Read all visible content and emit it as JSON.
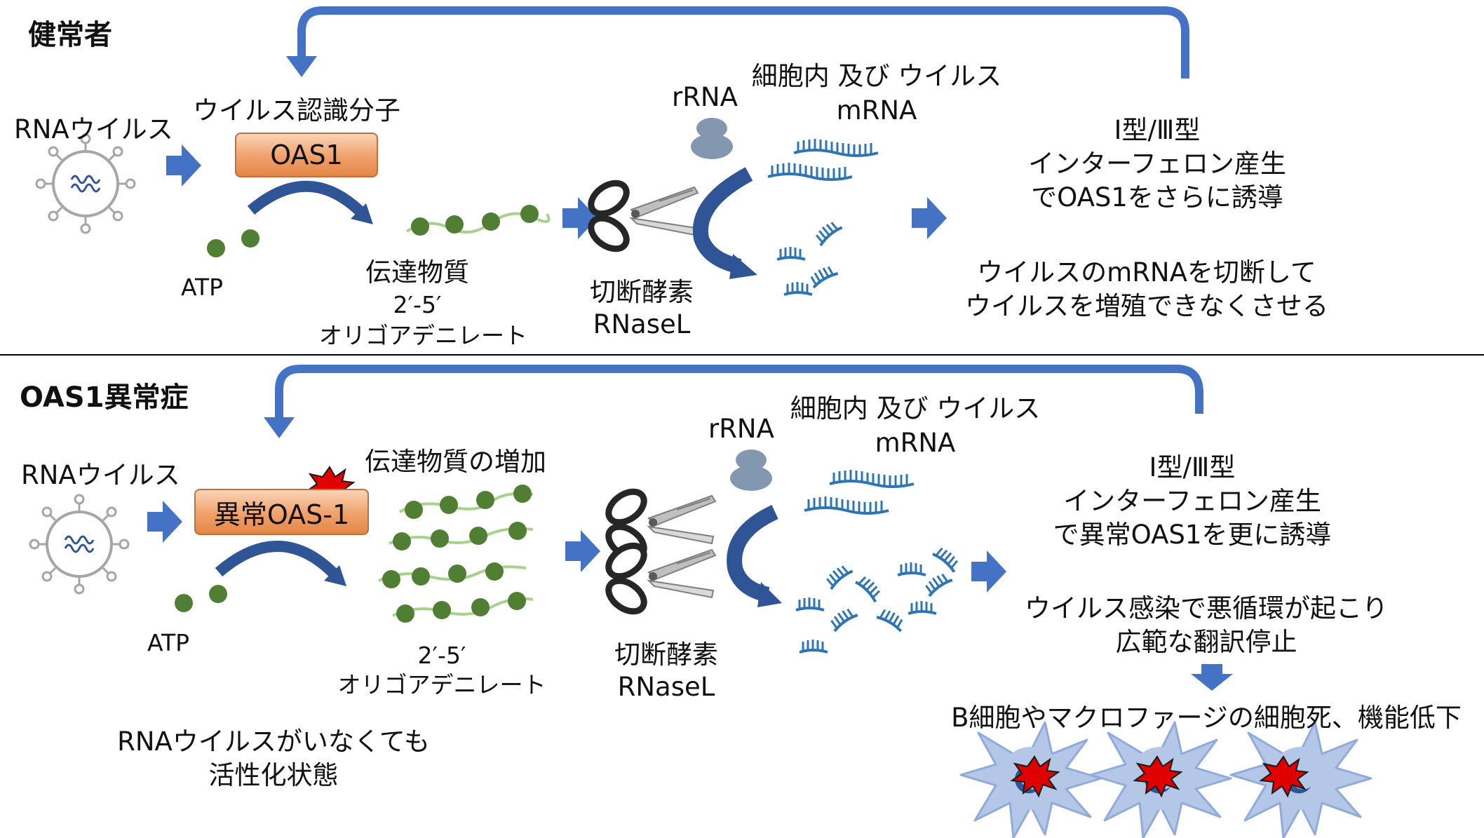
{
  "healthy": {
    "title": "健常者",
    "rna_virus": "RNAウイルス",
    "recognition_label": "ウイルス認識分子",
    "oas_box": "OAS1",
    "atp": "ATP",
    "messenger_line1": "伝達物質",
    "messenger_line2": "2′-5′",
    "messenger_line3": "オリゴアデニレート",
    "rrna": "rRNA",
    "mrna_line1": "細胞内 及び ウイルス",
    "mrna_line2": "mRNA",
    "enzyme_line1": "切断酵素",
    "enzyme_line2": "RNaseL",
    "ifn_line1": "Ⅰ型/Ⅲ型",
    "ifn_line2": "インターフェロン産生",
    "ifn_line3": "でOAS1をさらに誘導",
    "result_line1": "ウイルスのmRNAを切断して",
    "result_line2": "ウイルスを増殖できなくさせる"
  },
  "disease": {
    "title": "OAS1異常症",
    "rna_virus": "RNAウイルス",
    "oas_box": "異常OAS-1",
    "atp": "ATP",
    "increase_label": "伝達物質の増加",
    "messenger_line1": "2′-5′",
    "messenger_line2": "オリゴアデニレート",
    "active_line1": "RNAウイルスがいなくても",
    "active_line2": "活性化状態",
    "rrna": "rRNA",
    "mrna_line1": "細胞内 及び ウイルス",
    "mrna_line2": "mRNA",
    "enzyme_line1": "切断酵素",
    "enzyme_line2": "RNaseL",
    "ifn_line1": "Ⅰ型/Ⅲ型",
    "ifn_line2": "インターフェロン産生",
    "ifn_line3": "で異常OAS1を更に誘導",
    "result_line1": "ウイルス感染で悪循環が起こり",
    "result_line2": "広範な翻訳停止",
    "cell_death": "B細胞やマクロファージの細胞死、機能低下"
  },
  "colors": {
    "arrow_blue": "#4472c4",
    "curve_blue": "#2f5597",
    "bead_green": "#507e32",
    "strand_green": "#a9d18e",
    "rna_blue": "#2e75b6",
    "ribosome": "#8497b0",
    "cell_fill": "#b4c7e7",
    "burst_red": "#e00000",
    "box_orange": "#f4b183"
  }
}
